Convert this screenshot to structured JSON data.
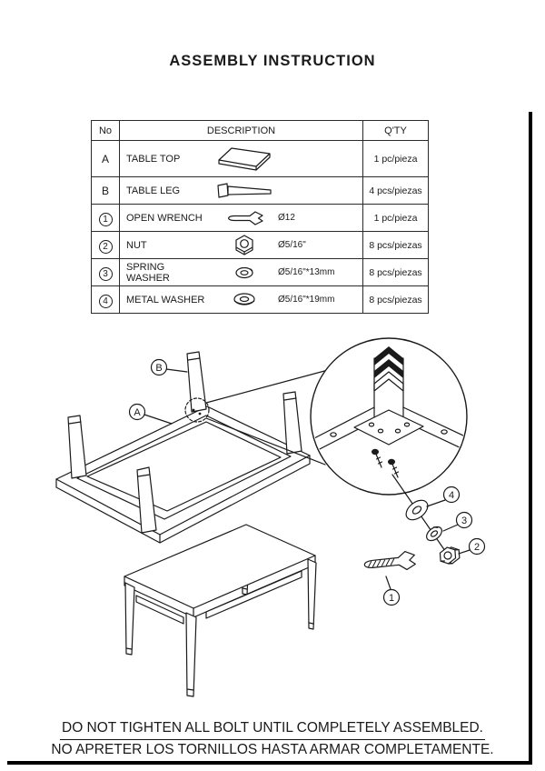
{
  "page": {
    "title": "ASSEMBLY INSTRUCTION"
  },
  "colors": {
    "ink": "#1a1a1a",
    "paper": "#ffffff"
  },
  "parts_table": {
    "headers": {
      "no": "No",
      "description": "DESCRIPTION",
      "qty": "Q'TY"
    },
    "rows": [
      {
        "no": "A",
        "name": "TABLE TOP",
        "icon": "table-top-icon",
        "spec": "",
        "qty": "1 pc/pieza"
      },
      {
        "no": "B",
        "name": "TABLE LEG",
        "icon": "table-leg-icon",
        "spec": "",
        "qty": "4 pcs/piezas"
      },
      {
        "no": "1",
        "name": "OPEN WRENCH",
        "icon": "open-wrench-icon",
        "spec": "Ø12",
        "qty": "1 pc/pieza"
      },
      {
        "no": "2",
        "name": "NUT",
        "icon": "nut-icon",
        "spec": "Ø5/16\"",
        "qty": "8 pcs/piezas"
      },
      {
        "no": "3",
        "name": "SPRING WASHER",
        "icon": "spring-washer-icon",
        "spec": "Ø5/16\"*13mm",
        "qty": "8 pcs/piezas"
      },
      {
        "no": "4",
        "name": "METAL WASHER",
        "icon": "metal-washer-icon",
        "spec": "Ø5/16\"*19mm",
        "qty": "8 pcs/piezas"
      }
    ]
  },
  "diagram": {
    "labels": {
      "part_a": "A",
      "part_b": "B",
      "wrench": "1",
      "nut": "2",
      "spring_washer": "3",
      "metal_washer": "4"
    }
  },
  "footer": {
    "line1": "DO NOT TIGHTEN ALL BOLT UNTIL COMPLETELY ASSEMBLED.",
    "line2": "NO APRETER LOS TORNILLOS HASTA ARMAR COMPLETAMENTE."
  }
}
